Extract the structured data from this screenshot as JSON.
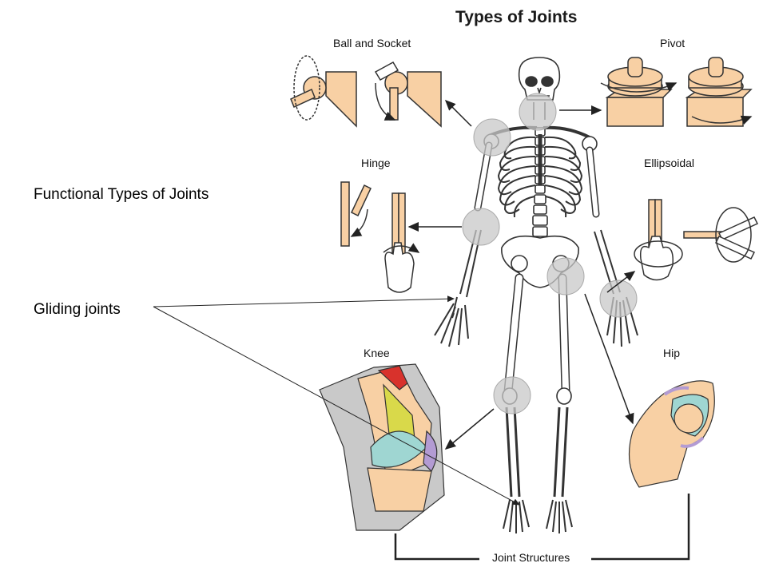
{
  "diagram": {
    "title": "Types of Joints",
    "labels": {
      "ball_socket": "Ball and Socket",
      "pivot": "Pivot",
      "hinge": "Hinge",
      "ellipsoidal": "Ellipsoidal",
      "knee": "Knee",
      "hip": "Hip",
      "joint_structures": "Joint Structures"
    },
    "colors": {
      "bone": "#f8d0a4",
      "joint_circle": "#c8c8c8",
      "outline": "#333333",
      "cartilage": "#9fd6d2",
      "ligament": "#d9d94a",
      "muscle": "#d8322c",
      "tissue": "#b39bd3",
      "knee_bg": "#c9c9c9"
    }
  },
  "annotations": {
    "functional": "Functional Types of Joints",
    "gliding": "Gliding joints"
  }
}
